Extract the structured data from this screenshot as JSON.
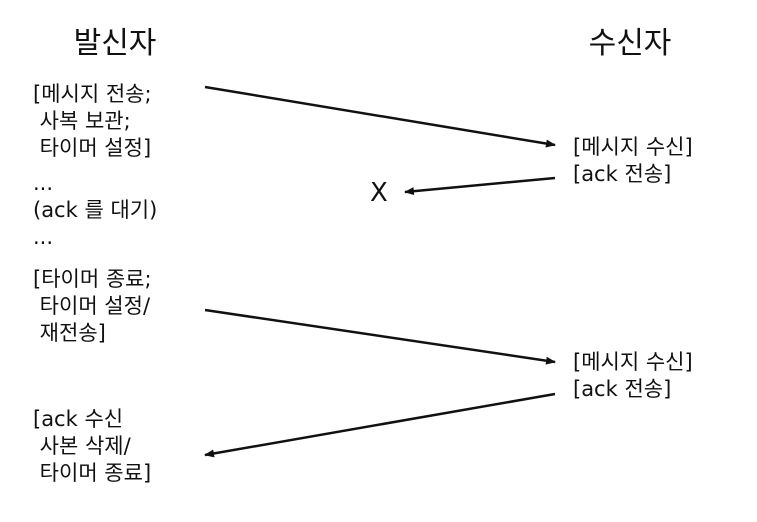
{
  "sender": {
    "title": "발신자",
    "send_block": [
      "[메시지 전송;",
      " 사복 보관;",
      " 타이머 설정]"
    ],
    "wait_block": [
      "...",
      "(ack 를 대기)",
      "..."
    ],
    "timeout_block": [
      "[타이머 종료;",
      " 타이머 설정/",
      " 재전송]"
    ],
    "ack_block": [
      "[ack 수신",
      " 사본 삭제/",
      " 타이머 종료]"
    ]
  },
  "receiver": {
    "title": "수신자",
    "first_block": [
      "[메시지 수신]",
      "[ack 전송]"
    ],
    "second_block": [
      "[메시지 수신]",
      "[ack 전송]"
    ]
  },
  "lost_marker": "X"
}
